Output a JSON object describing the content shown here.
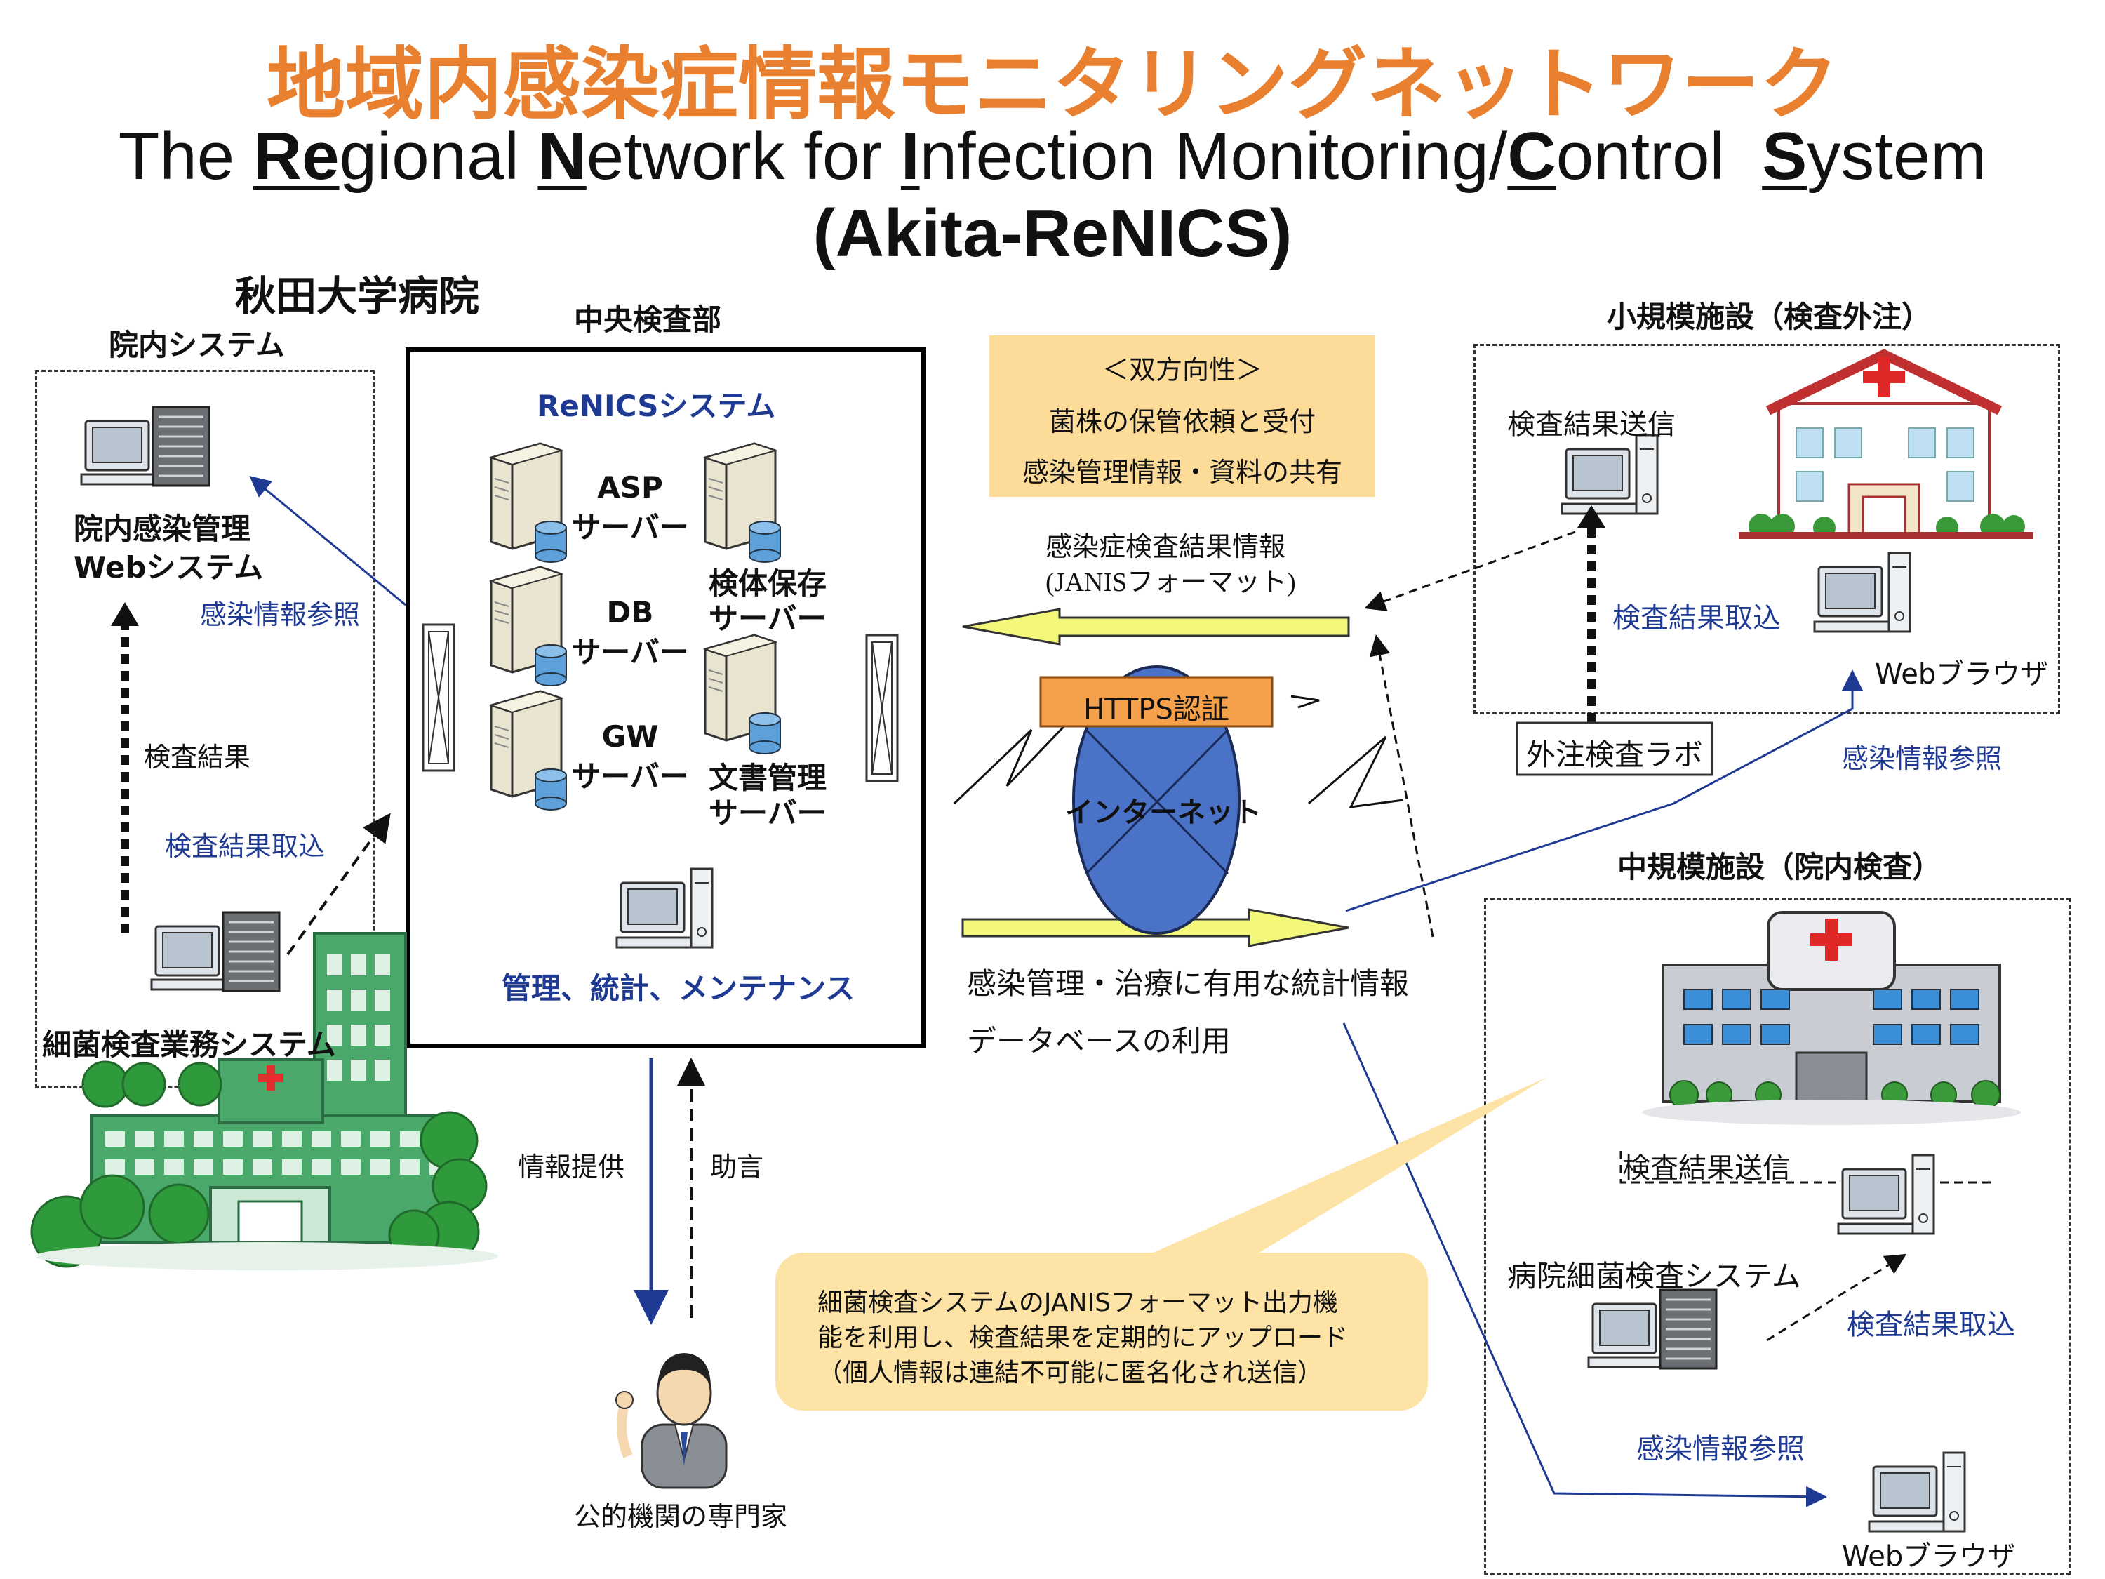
{
  "header": {
    "title_jp": "地域内感染症情報モニタリングネットワーク",
    "title_en_parts": [
      {
        "text": "The ",
        "u": false
      },
      {
        "text": "Re",
        "u": true
      },
      {
        "text": "gional ",
        "u": false
      },
      {
        "text": "N",
        "u": true
      },
      {
        "text": "etwork for ",
        "u": false
      },
      {
        "text": "I",
        "u": true
      },
      {
        "text": "nfection Monitoring/",
        "u": false
      },
      {
        "text": "C",
        "u": true
      },
      {
        "text": "ontrol  ",
        "u": false
      },
      {
        "text": "S",
        "u": true
      },
      {
        "text": "ystem",
        "u": false
      }
    ],
    "subtitle": "(Akita-ReNICS)"
  },
  "akita": {
    "hospital": "秋田大学病院",
    "innai_system": "院内システム",
    "web_system_l1": "院内感染管理",
    "web_system_l2": "Webシステム",
    "kansen_sansho": "感染情報参照",
    "kensa_kekka": "検査結果",
    "kensa_torikomi": "検査結果取込",
    "saikin_system": "細菌検査業務システム"
  },
  "central": {
    "dept": "中央検査部",
    "system_name": "ReNICSシステム",
    "servers": [
      {
        "l1": "ASP",
        "l2": "サーバー"
      },
      {
        "l1": "DB",
        "l2": "サーバー"
      },
      {
        "l1": "GW",
        "l2": "サーバー"
      },
      {
        "l1": "検体保存",
        "l2": "サーバー"
      },
      {
        "l1": "文書管理",
        "l2": "サーバー"
      }
    ],
    "admin": "管理、統計、メンテナンス",
    "joho_teikyo": "情報提供",
    "jogen": "助言",
    "expert": "公的機関の専門家"
  },
  "network": {
    "bidirectional": [
      "＜双方向性＞",
      "菌株の保管依頼と受付",
      "感染管理情報・資料の共有"
    ],
    "result_info_l1": "感染症検査結果情報",
    "result_info_l2": "(JANISフォーマット)",
    "https": "HTTPS認証",
    "internet": "インターネット",
    "stats_l1": "感染管理・治療に有用な統計情報",
    "stats_l2": "データベースの利用"
  },
  "small": {
    "title": "小規模施設（検査外注）",
    "kensa_sosin": "検査結果送信",
    "kensa_torikomi": "検査結果取込",
    "browser": "Webブラウザ",
    "lab": "外注検査ラボ",
    "kansen_sansho": "感染情報参照"
  },
  "medium": {
    "title": "中規模施設（院内検査）",
    "kensa_sosin": "検査結果送信",
    "saikin_system": "病院細菌検査システム",
    "kensa_torikomi": "検査結果取込",
    "kansen_sansho": "感染情報参照",
    "browser": "Webブラウザ"
  },
  "note": {
    "l1": "細菌検査システムのJANISフォーマット出力機",
    "l2": "能を利用し、検査結果を定期的にアップロード",
    "l3": "（個人情報は連結不可能に匿名化され送信）"
  },
  "colors": {
    "title_orange": "#e8802f",
    "label_blue": "#1f3a93",
    "arrow_yellow": "#f3f77a",
    "internet_blue": "#4a73c8",
    "https_orange": "#f5a04a",
    "building_green": "#4aa86a"
  }
}
